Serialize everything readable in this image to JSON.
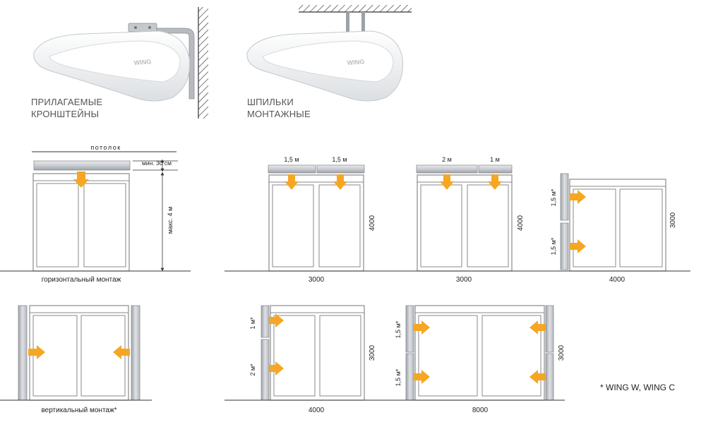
{
  "top": {
    "brand": "WING",
    "bracket_caption": [
      "ПРИЛАГАЕМЫЕ",
      "КРОНШТЕЙНЫ"
    ],
    "studs_caption": [
      "ШПИЛЬКИ",
      "МОНТАЖНЫЕ"
    ]
  },
  "horizontal": {
    "ceiling_label": "потолок",
    "min_gap": "мин. 30 см",
    "max_height": "макс. 4 м",
    "caption": "горизонтальный монтаж"
  },
  "config_a": {
    "unit_left": "1,5 м",
    "unit_right": "1,5 м",
    "height": "4000",
    "width": "3000"
  },
  "config_b": {
    "unit_left": "2 м",
    "unit_right": "1 м",
    "height": "4000",
    "width": "3000"
  },
  "config_c": {
    "unit_top": "1,5 м*",
    "unit_bottom": "1,5 м*",
    "height": "3000",
    "width": "4000"
  },
  "vertical": {
    "caption": "вертикальный монтаж*"
  },
  "config_d": {
    "unit_top": "1 м*",
    "unit_bottom": "2 м*",
    "height": "3000",
    "width": "4000"
  },
  "config_e": {
    "left_top": "1,5 м*",
    "left_bottom": "1,5 м*",
    "height": "3000",
    "width": "8000"
  },
  "footnote": "*  WING W, WING C",
  "colors": {
    "arrow": "#f5a623",
    "unit": "#d3d6d9",
    "frame": "#8a8a8a",
    "line": "#333333"
  }
}
